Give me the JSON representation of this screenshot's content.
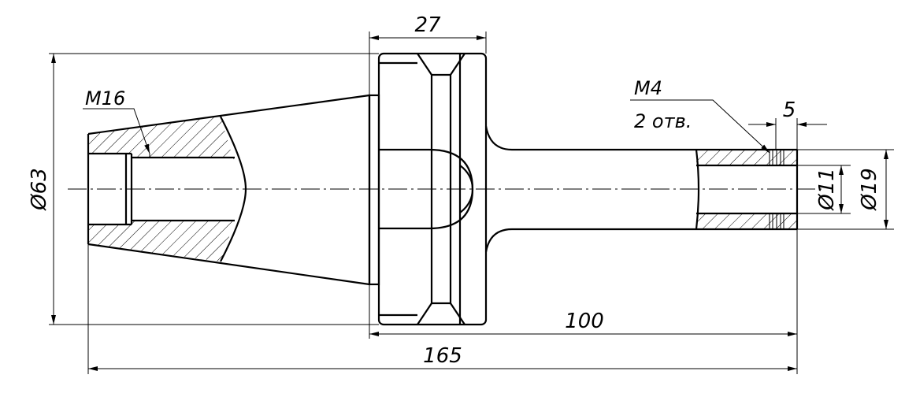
{
  "dimensions": {
    "flange_width": "27",
    "reach_length": "100",
    "overall_length": "165",
    "shank_diameter": "Ø63",
    "bore_diameter": "Ø11",
    "nose_diameter": "Ø19",
    "screw_offset": "5"
  },
  "labels": {
    "tail_thread": "M16",
    "screw_thread": "M4",
    "screw_count": "2 отв."
  }
}
